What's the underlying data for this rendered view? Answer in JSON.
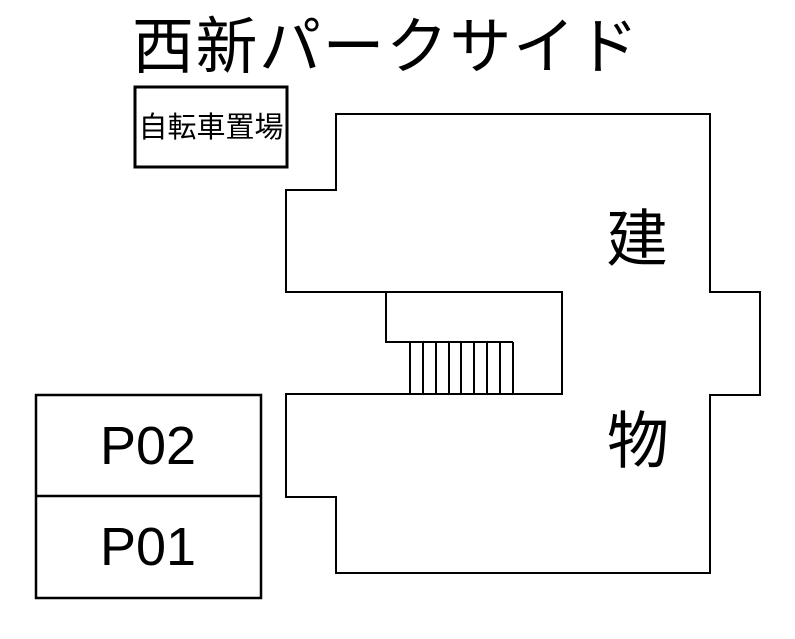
{
  "title": "西新パークサイド",
  "bicycle_shed": {
    "label": "自転車置場"
  },
  "building": {
    "label_upper": "建",
    "label_lower": "物"
  },
  "parking": {
    "spaces": [
      {
        "id": "P02"
      },
      {
        "id": "P01"
      }
    ]
  },
  "colors": {
    "line": "#000000",
    "background": "#ffffff"
  }
}
